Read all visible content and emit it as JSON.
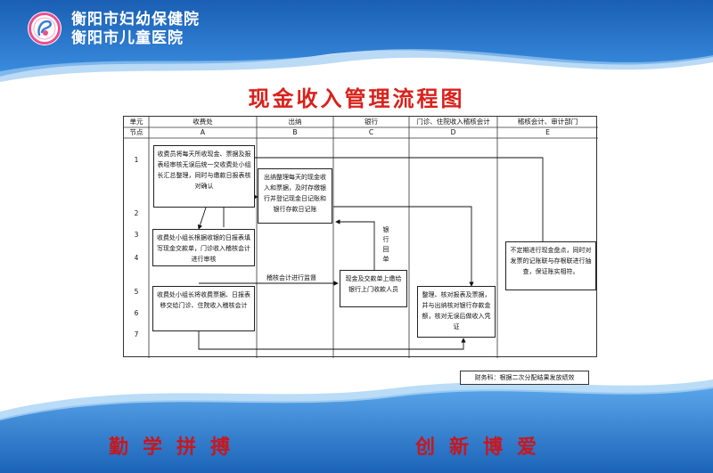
{
  "header": {
    "name_line1": "衡阳市妇幼保健院",
    "name_line2": "衡阳市儿童医院",
    "logo_icon": "hospital-logo-icon"
  },
  "title": "现金收入管理流程图",
  "table": {
    "row_label_unit": "单元",
    "row_label_node": "节点",
    "columns": [
      {
        "unit": "收费处",
        "node": "A"
      },
      {
        "unit": "出纳",
        "node": "B"
      },
      {
        "unit": "银行",
        "node": "C"
      },
      {
        "unit": "门诊、住院收入稽核会计",
        "node": "D"
      },
      {
        "unit": "稽核会计、审计部门",
        "node": "E"
      }
    ],
    "node_numbers": [
      "1",
      "2",
      "3",
      "4",
      "5",
      "6",
      "7"
    ]
  },
  "boxes": {
    "a1": "收费员将每天所收现金、票据及报表经审核无误后统一交收费处小组长汇总整理，同时与缴款日报表核对确认",
    "a2": "收费处小组长根据收银的日报表填写现金交款单，门诊收入稽核会计进行审核",
    "a3": "收费处小组长将收费票据、日报表移交给门诊、住院收入稽核会计",
    "b1": "出纳整理每天的现金收入和票据，及时存缴银行并登记现金日记账和银行存款日记账",
    "c1": "现金及交款单上缴给银行上门收款人员",
    "d1": "整理、核对报表及票据，并与出纳核对银行存款金额，核对无误后做收入凭证",
    "e1": "不定期进行现金盘点，同时对发票的记账联与存根联进行抽查，保证账实相符。"
  },
  "labels": {
    "audit_flow": "稽核会计进行监督",
    "bank_receipt": "银行回单"
  },
  "footer_note": "财务科：根据二次分配结果发放绩效",
  "slogans": {
    "left": "勤学拼搏",
    "right": "创新博爱"
  },
  "colors": {
    "title_red": "#d9211b",
    "slogan_red": "#c8171e",
    "header_blue": "#1f6fc2",
    "band_blue": "#2b7fd4"
  }
}
